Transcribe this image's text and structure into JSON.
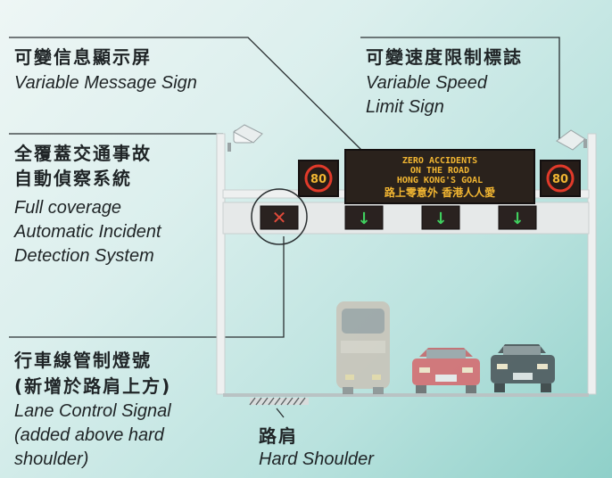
{
  "labels": {
    "vms": {
      "zh": "可變信息顯示屏",
      "en": "Variable Message Sign"
    },
    "vsl": {
      "zh": "可變速度限制標誌",
      "en_line1": "Variable Speed",
      "en_line2": "Limit Sign"
    },
    "aid": {
      "zh_line1": "全覆蓋交通事故",
      "zh_line2": "自動偵察系統",
      "en_line1": "Full coverage",
      "en_line2": "Automatic Incident",
      "en_line3": "Detection System"
    },
    "lcs": {
      "zh_line1": "行車線管制燈號",
      "zh_line2": "(新增於路肩上方)",
      "en_line1": "Lane Control Signal",
      "en_line2": "(added above hard",
      "en_line3": "shoulder)"
    },
    "shoulder": {
      "zh": "路肩",
      "en": "Hard Shoulder"
    }
  },
  "vms_message": {
    "line1": "ZERO ACCIDENTS",
    "line2": "ON THE ROAD",
    "line3": "HONG KONG'S GOAL",
    "line4": "路上零意外 香港人人愛"
  },
  "speed_limit": {
    "left": "80",
    "right": "80"
  },
  "lane_signals": [
    "✕",
    "↓",
    "↓",
    "↓"
  ],
  "colors": {
    "led_amber": "#f2b632",
    "speed_red": "#e23a2a",
    "cross_red": "#e04a3a",
    "arrow_green": "#3fcf5e",
    "gantry": "#e9ecec",
    "text": "#1f2426"
  }
}
